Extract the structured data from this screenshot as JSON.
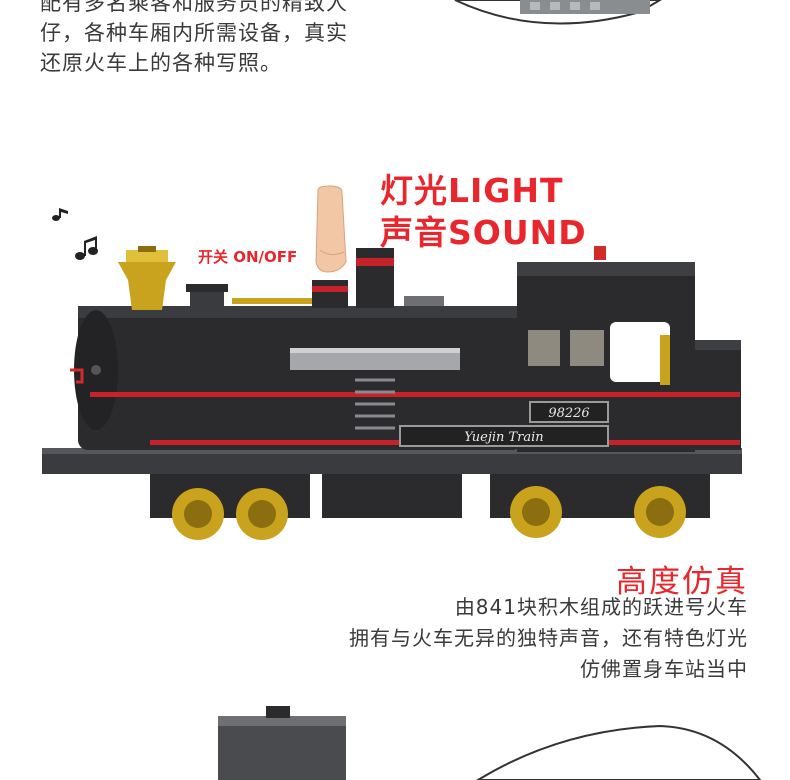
{
  "intro": {
    "lines": [
      "配有多名乘客和服务员的精致人",
      "仔，各种车厢内所需设备，真实",
      "还原火车上的各种写照。"
    ]
  },
  "headline": {
    "light": "灯光LIGHT",
    "sound": "声音SOUND"
  },
  "switch_label": "开关 ON/OFF",
  "train": {
    "number_plate": "98226",
    "name_plate": "Yuejin Train"
  },
  "feature": {
    "title": "高度仿真",
    "lines": [
      "由841块积木组成的跃进号火车",
      "拥有与火车无异的独特声音，还有特色灯光",
      "仿佛置身车站当中"
    ]
  },
  "colors": {
    "accent_red": "#e8262c",
    "body_black": "#2b2b2e",
    "wheel_gold": "#c9a21e"
  }
}
